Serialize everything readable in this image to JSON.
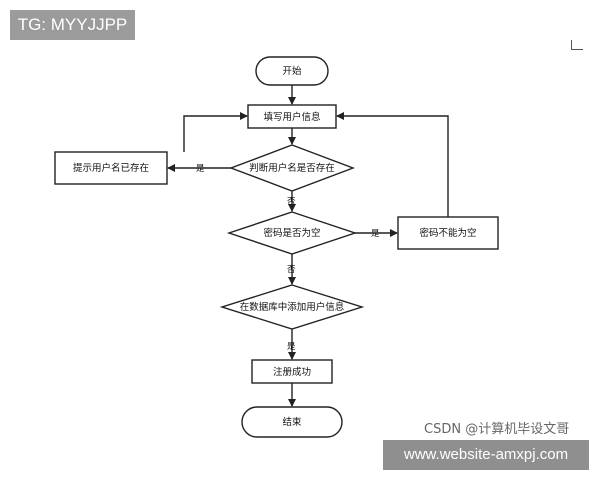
{
  "watermark": {
    "tg_label": "TG: MYYJJPP",
    "csdn_label": "CSDN @计算机毕设文哥",
    "site_label": "www.website-amxpj.com"
  },
  "flowchart": {
    "nodes": {
      "start": "开始",
      "fill_info": "填写用户信息",
      "check_username": "判断用户名是否存在",
      "username_exists_msg": "提示用户名已存在",
      "check_password": "密码是否为空",
      "password_empty_msg": "密码不能为空",
      "add_to_db": "在数据库中添加用户信息",
      "register_success": "注册成功",
      "end": "结束"
    },
    "edges": {
      "username_yes": "是",
      "username_no": "否",
      "password_yes": "是",
      "password_no": "否",
      "db_yes": "是"
    }
  }
}
